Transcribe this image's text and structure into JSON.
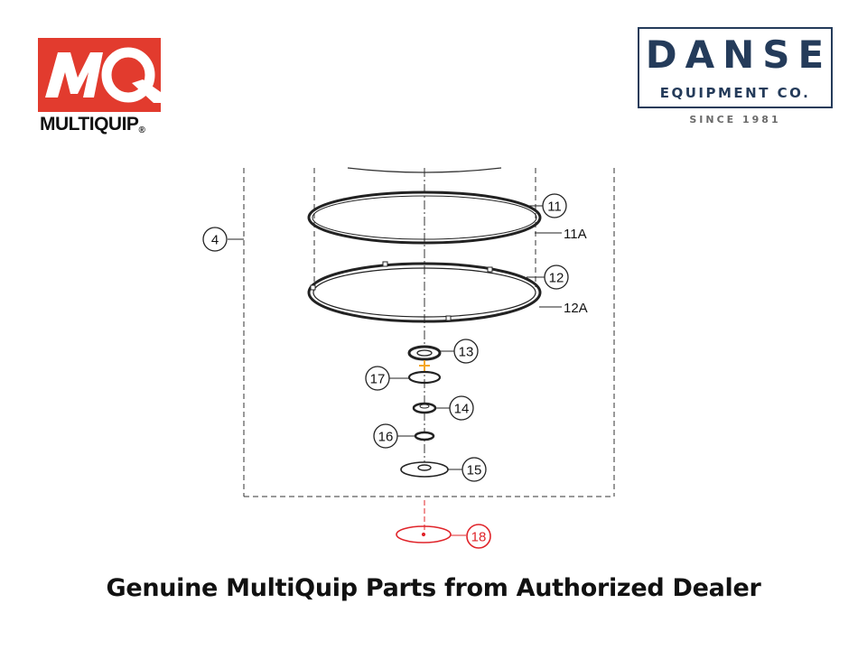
{
  "logos": {
    "multiquip": {
      "mark_text": "MQ",
      "word": "MULTIQUIP",
      "registered": "®",
      "color": "#e23b2e"
    },
    "danse": {
      "name": "DANSE",
      "subtitle": "EQUIPMENT CO.",
      "since": "SINCE 1981",
      "color": "#243b5a"
    }
  },
  "diagram": {
    "callouts": [
      {
        "id": "4",
        "text": "4"
      },
      {
        "id": "11",
        "text": "11"
      },
      {
        "id": "11A",
        "text": "11A"
      },
      {
        "id": "12",
        "text": "12"
      },
      {
        "id": "12A",
        "text": "12A"
      },
      {
        "id": "13",
        "text": "13"
      },
      {
        "id": "17",
        "text": "17"
      },
      {
        "id": "14",
        "text": "14"
      },
      {
        "id": "16",
        "text": "16"
      },
      {
        "id": "15",
        "text": "15"
      },
      {
        "id": "18",
        "text": "18",
        "highlight": true
      }
    ],
    "highlight_color": "#e0242a",
    "marker_color": "#f5a623"
  },
  "tagline": "Genuine MultiQuip Parts from Authorized Dealer"
}
